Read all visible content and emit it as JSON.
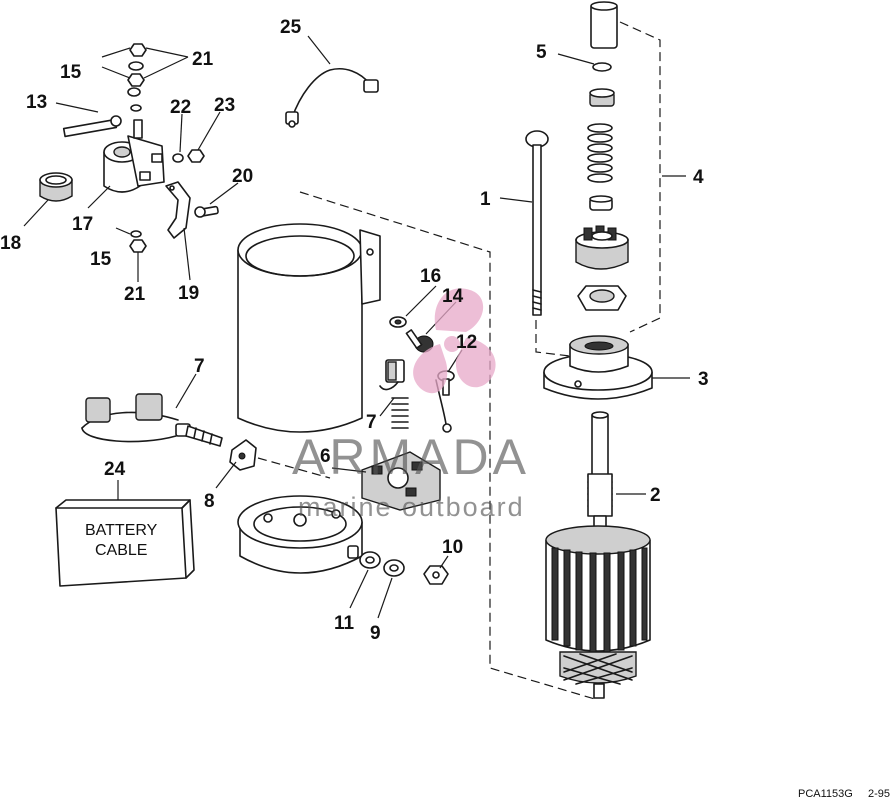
{
  "callouts": {
    "c1": "1",
    "c2": "2",
    "c3": "3",
    "c4": "4",
    "c5": "5",
    "c6": "6",
    "c7a": "7",
    "c7b": "7",
    "c8": "8",
    "c9": "9",
    "c10": "10",
    "c11": "11",
    "c12": "12",
    "c13": "13",
    "c14": "14",
    "c15a": "15",
    "c15b": "15",
    "c16": "16",
    "c17": "17",
    "c18": "18",
    "c19": "19",
    "c20": "20",
    "c21a": "21",
    "c21b": "21",
    "c22": "22",
    "c23": "23",
    "c24": "24",
    "c25": "25"
  },
  "battery_cable": {
    "line1": "BATTERY",
    "line2": "CABLE"
  },
  "watermark": {
    "brand": "ARMADA",
    "tagline": "marine outboard"
  },
  "figure_code": {
    "code": "PCA1153G",
    "date": "2-95"
  },
  "colors": {
    "ink": "#1a1a1a",
    "watermark_pink": "#e8a9c9",
    "watermark_text": "#555555"
  }
}
